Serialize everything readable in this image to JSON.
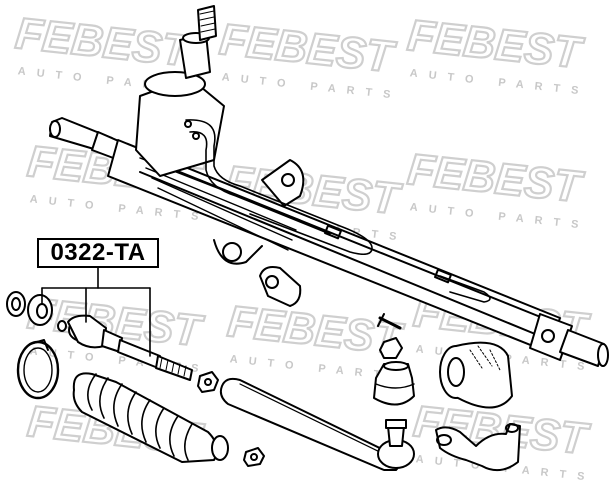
{
  "watermark": {
    "brand": "FEBEST",
    "subtitle": "AUTO PARTS",
    "color": "#d9d9d9"
  },
  "callout": {
    "part_number": "0322-TA"
  },
  "line_color": "#000000"
}
